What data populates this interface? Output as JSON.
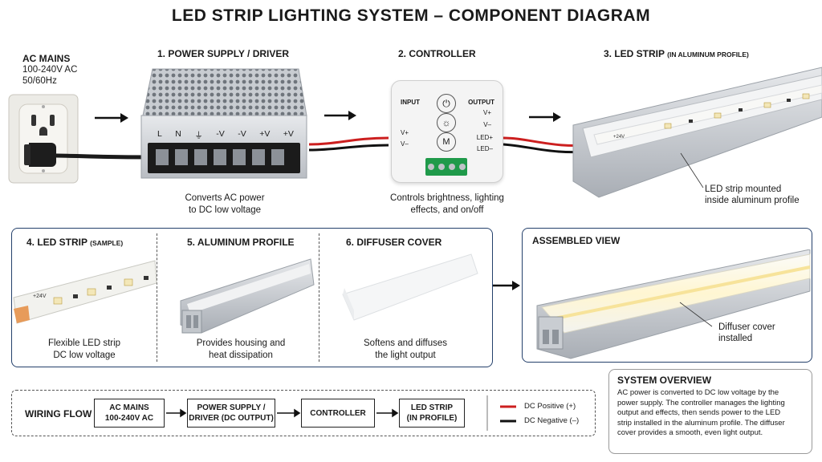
{
  "title": "LED STRIP LIGHTING SYSTEM – COMPONENT DIAGRAM",
  "ac_mains": {
    "heading": "AC MAINS",
    "voltage": "100-240V AC",
    "frequency": "50/60Hz"
  },
  "power_supply": {
    "heading": "1. POWER SUPPLY / DRIVER",
    "terminals": [
      "L",
      "N",
      "⏚",
      "-V",
      "-V",
      "+V",
      "+V"
    ],
    "caption_line1": "Converts AC power",
    "caption_line2": "to DC low voltage"
  },
  "controller": {
    "heading": "2. CONTROLLER",
    "input_label": "INPUT",
    "output_label": "OUTPUT",
    "output_terms": [
      "V+",
      "V–",
      "LED+",
      "LED–"
    ],
    "input_terms": [
      "V+",
      "V–"
    ],
    "button_m": "M",
    "caption_line1": "Controls brightness, lighting",
    "caption_line2": "effects, and on/off"
  },
  "led_strip": {
    "heading": "3. LED STRIP",
    "heading_small": "(IN ALUMINUM PROFILE)",
    "voltage_mark": "+24V",
    "callout_line1": "LED strip mounted",
    "callout_line2": "inside aluminum profile"
  },
  "components": {
    "strip_sample": {
      "heading": "4. LED STRIP",
      "heading_small": "(SAMPLE)",
      "voltage_mark": "+24V",
      "caption_line1": "Flexible LED strip",
      "caption_line2": "DC low voltage"
    },
    "profile": {
      "heading": "5. ALUMINUM PROFILE",
      "caption_line1": "Provides housing and",
      "caption_line2": "heat dissipation"
    },
    "diffuser": {
      "heading": "6. DIFFUSER COVER",
      "caption_line1": "Softens and diffuses",
      "caption_line2": "the light output"
    }
  },
  "assembled": {
    "heading": "ASSEMBLED VIEW",
    "callout_line1": "Diffuser cover",
    "callout_line2": "installed"
  },
  "wiring_flow": {
    "label": "WIRING FLOW",
    "steps": [
      {
        "line1": "AC MAINS",
        "line2": "100-240V AC"
      },
      {
        "line1": "POWER SUPPLY /",
        "line2": "DRIVER (DC OUTPUT)"
      },
      {
        "line1": "CONTROLLER",
        "line2": ""
      },
      {
        "line1": "LED STRIP",
        "line2": "(IN PROFILE)"
      }
    ],
    "legend": [
      {
        "label": "DC Positive (+)",
        "color": "#cc1f1f"
      },
      {
        "label": "DC Negative (–)",
        "color": "#111111"
      }
    ]
  },
  "overview": {
    "heading": "SYSTEM OVERVIEW",
    "lines": [
      "AC power is converted to DC low voltage by the",
      "power supply. The controller manages the lighting",
      "output and effects, then sends power to the LED",
      "strip installed in the aluminum profile. The diffuser",
      "cover provides a smooth, even light output."
    ]
  }
}
